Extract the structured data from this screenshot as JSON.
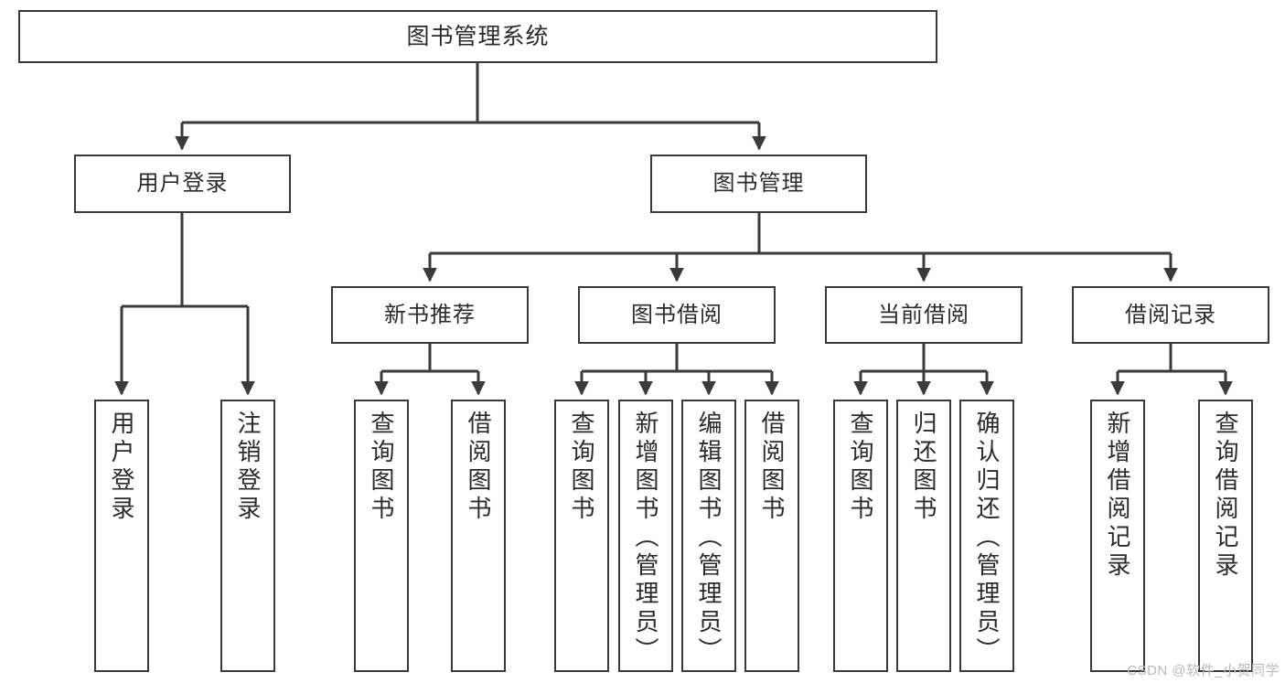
{
  "diagram": {
    "title": "图书管理系统",
    "type": "tree-hierarchy-diagram",
    "root": {
      "label": "图书管理系统"
    },
    "level2": [
      {
        "label": "用户登录"
      },
      {
        "label": "图书管理"
      }
    ],
    "level3": [
      {
        "label": "新书推荐"
      },
      {
        "label": "图书借阅"
      },
      {
        "label": "当前借阅"
      },
      {
        "label": "借阅记录"
      }
    ],
    "leaves": {
      "user_login": [
        {
          "label": "用户登录"
        },
        {
          "label": "注销登录"
        }
      ],
      "new_book_recommend": [
        {
          "label": "查询图书"
        },
        {
          "label": "借阅图书"
        }
      ],
      "book_borrow": [
        {
          "label": "查询图书"
        },
        {
          "label": "新增图书（管理员）"
        },
        {
          "label": "编辑图书（管理员）"
        },
        {
          "label": "借阅图书"
        }
      ],
      "current_borrow": [
        {
          "label": "查询图书"
        },
        {
          "label": "归还图书"
        },
        {
          "label": "确认归还（管理员）"
        }
      ],
      "borrow_record": [
        {
          "label": "新增借阅记录"
        },
        {
          "label": "查询借阅记录"
        }
      ]
    },
    "watermark": "CSDN @软件_小贺同学",
    "colors": {
      "box_border": "#3a3a3a",
      "box_fill": "#ffffff",
      "line": "#3a3a3a",
      "text": "#2b2b2b",
      "watermark": "#b9b9b9"
    }
  }
}
